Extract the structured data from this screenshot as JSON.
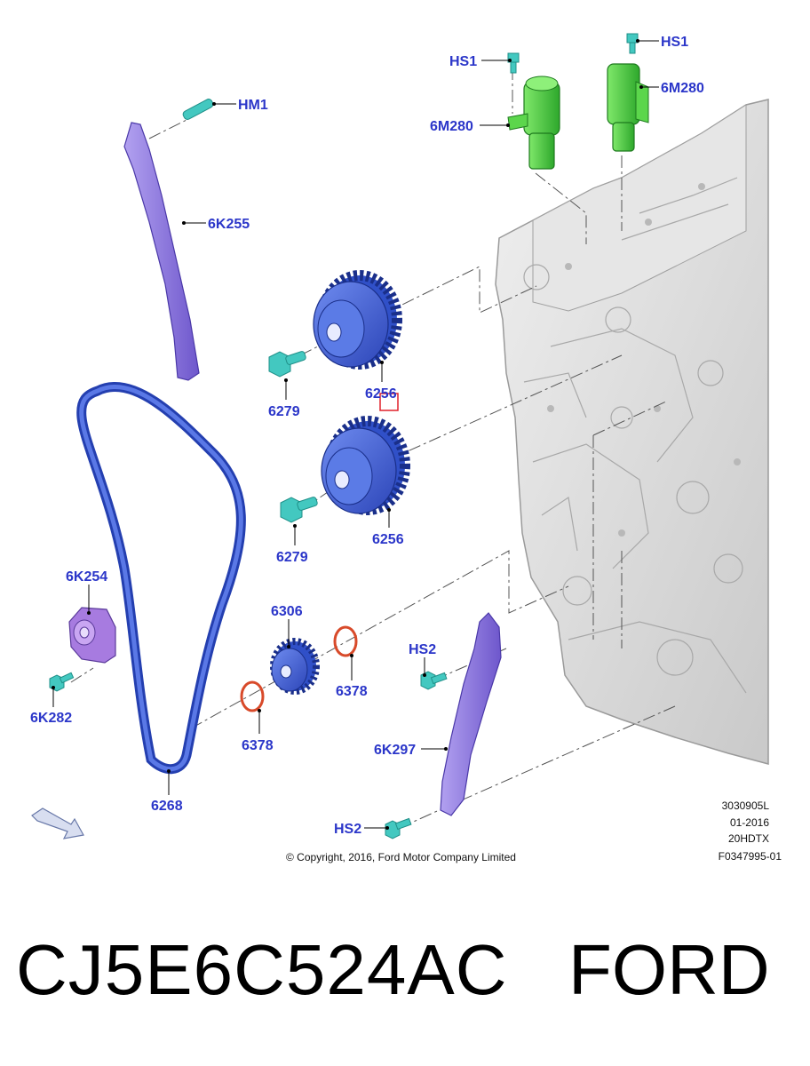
{
  "labels": {
    "hm1": "HM1",
    "k6255": "6K255",
    "hs1_left": "HS1",
    "hs1_right": "HS1",
    "m6280_left": "6M280",
    "m6280_right": "6M280",
    "b6279_top": "6279",
    "s6256_top": "6256",
    "b6279_bottom": "6279",
    "s6256_bottom": "6256",
    "k6254": "6K254",
    "k6282": "6K282",
    "c6268": "6268",
    "g6306": "6306",
    "o6378_top": "6378",
    "o6378_bottom": "6378",
    "hs2_top": "HS2",
    "hs2_bottom": "HS2",
    "k6297": "6K297"
  },
  "meta": {
    "ref": "3030905L",
    "date": "01-2016",
    "engine": "20HDTX",
    "fig": "F0347995-01",
    "copyright": "© Copyright, 2016, Ford Motor Company Limited"
  },
  "footer": {
    "part_number": "CJ5E6C524AC",
    "brand": "FORD"
  },
  "colors": {
    "label": "#2b36c9",
    "guide": "#8a78d6",
    "chain": "#3a58d0",
    "sprocket": "#3f62d6",
    "solenoid": "#4fd24a",
    "bolt": "#3fc3b8",
    "tensioner": "#9b6ad8",
    "oring": "#d84a2a",
    "engine": "#dcdcdc",
    "highlight": "#e0202a"
  }
}
